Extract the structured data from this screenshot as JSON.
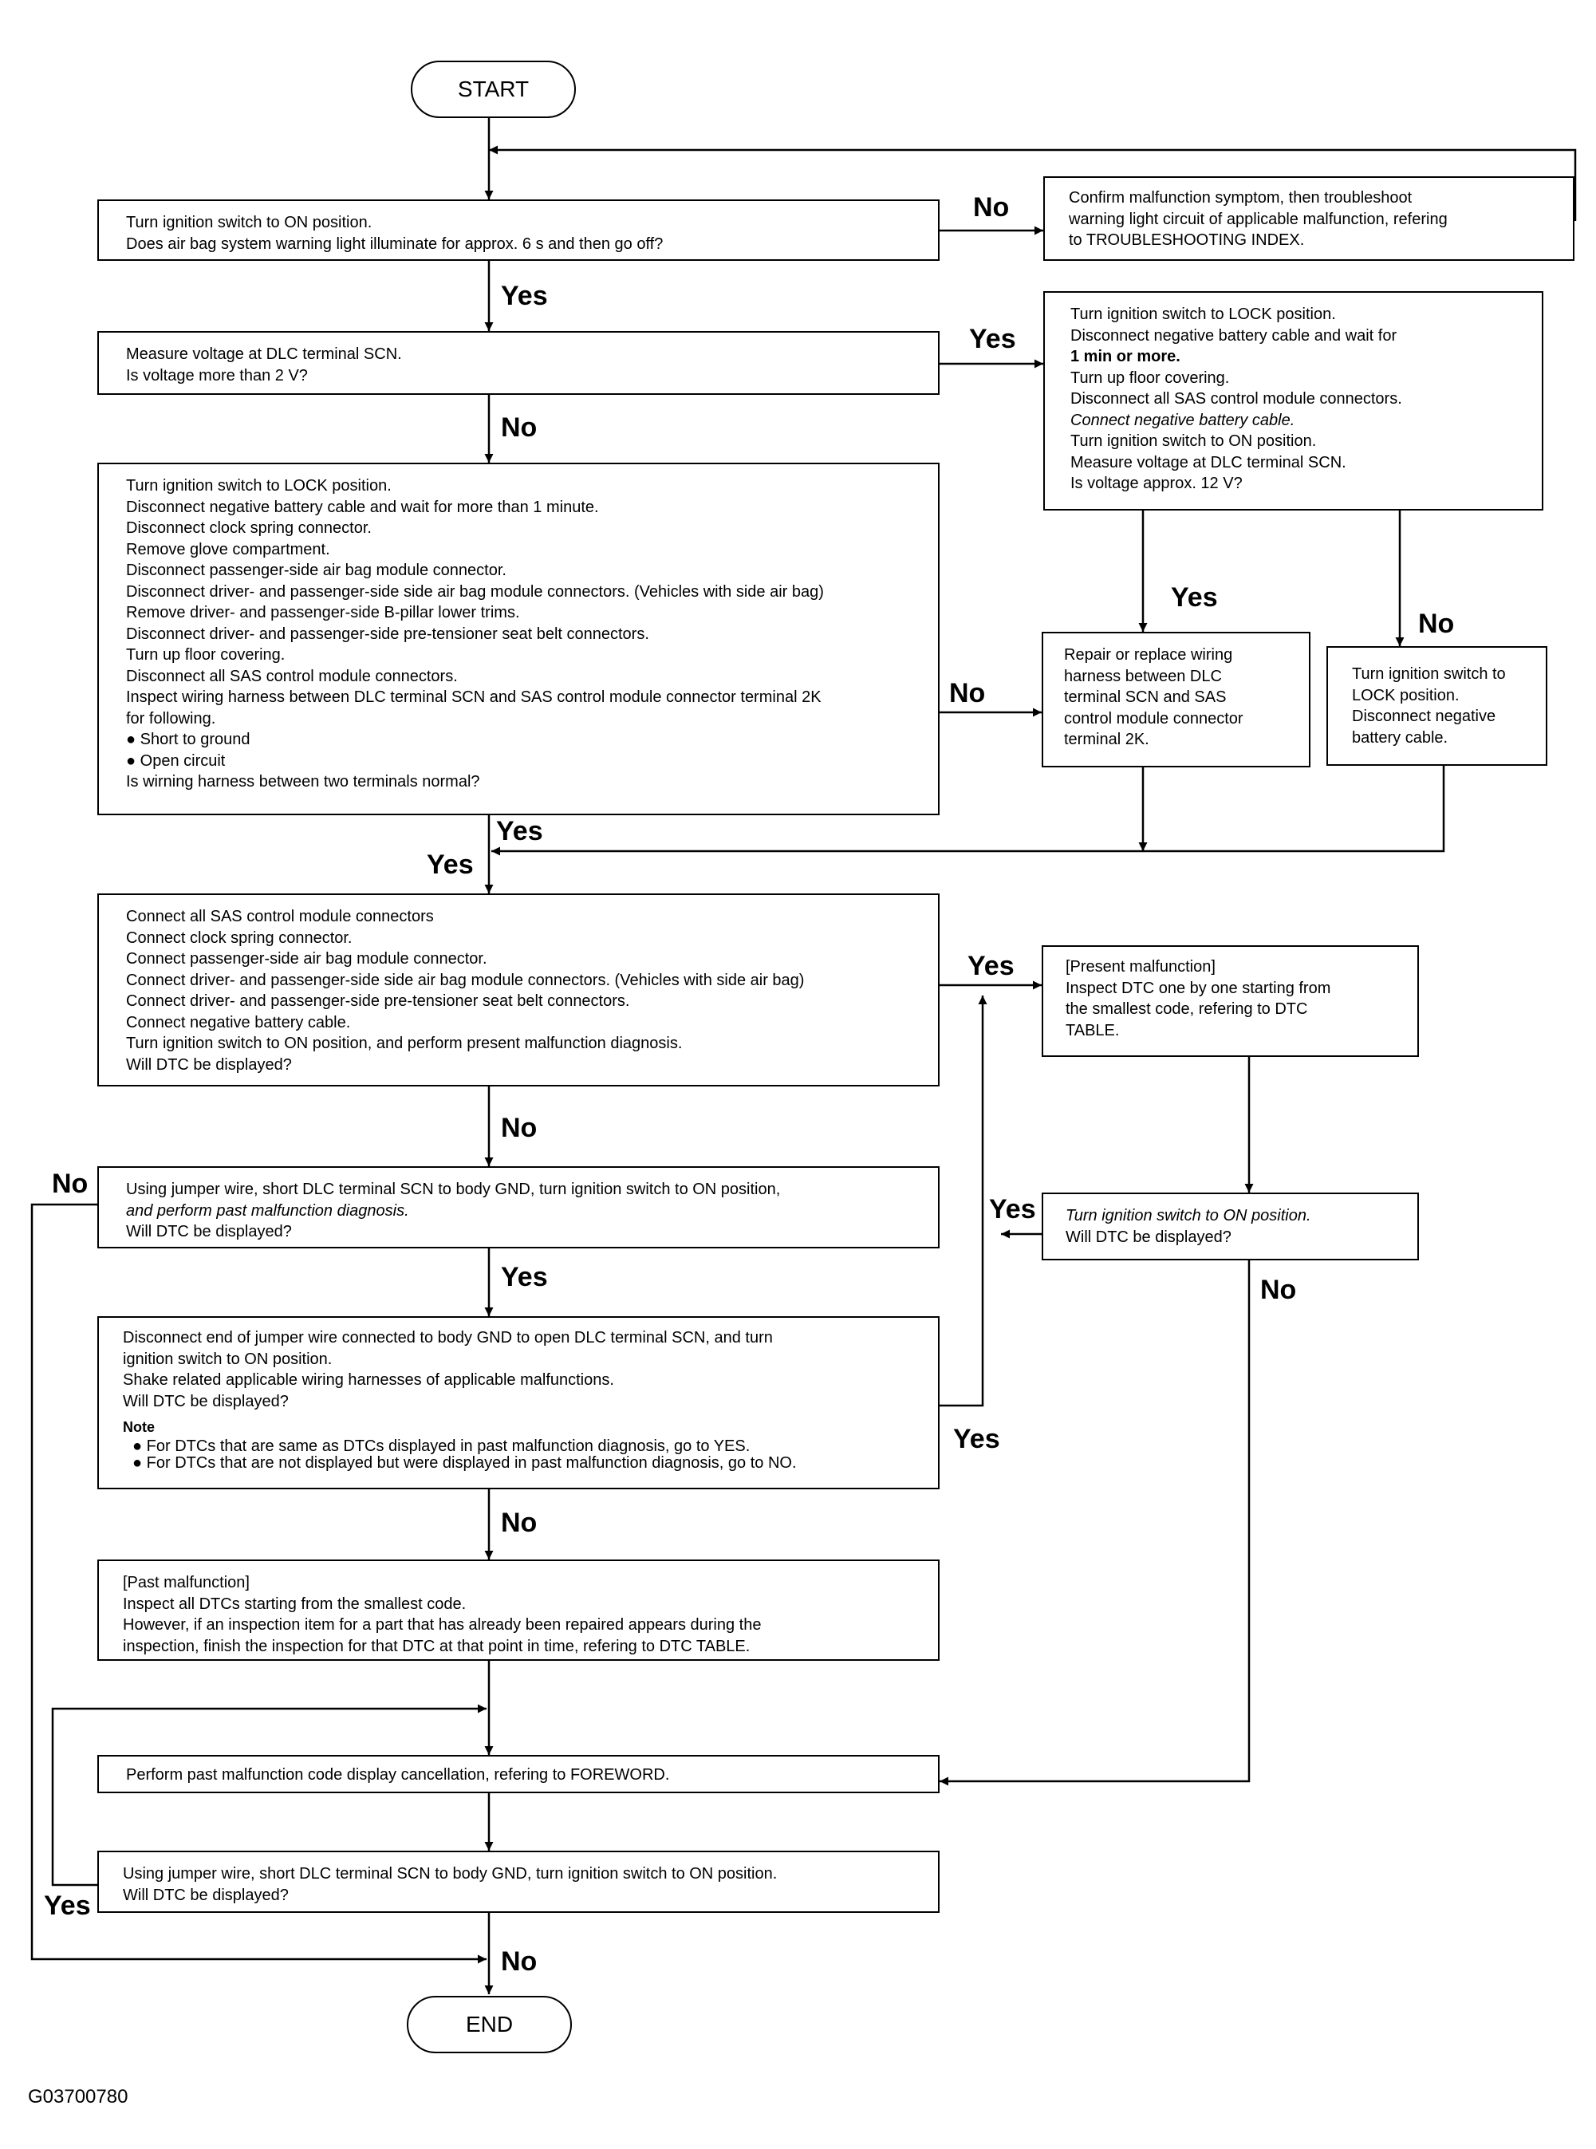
{
  "start_label": "START",
  "end_label": "END",
  "figure_id": "G03700780",
  "labels": {
    "yes": "Yes",
    "no": "No"
  },
  "boxes": {
    "b1": [
      "Turn ignition switch to ON position.",
      "Does air bag system warning light illuminate for approx. 6 s and then go off?"
    ],
    "b2": [
      "Confirm malfunction symptom, then troubleshoot",
      "warning light circuit of applicable malfunction, refering",
      "to TROUBLESHOOTING INDEX."
    ],
    "b3": [
      "Measure voltage at DLC terminal SCN.",
      "Is voltage more than 2 V?"
    ],
    "b4": [
      "Turn ignition switch to LOCK position.",
      "Disconnect negative battery cable and wait for",
      "1 min or more.",
      "Turn up floor covering.",
      "Disconnect all SAS control module connectors.",
      "Connect negative battery cable.",
      "Turn ignition switch to ON position.",
      "Measure voltage at DLC terminal SCN.",
      "Is voltage approx. 12 V?"
    ],
    "b5": [
      "Turn ignition switch to LOCK position.",
      "Disconnect negative battery cable and wait for more than 1 minute.",
      "Disconnect clock spring connector.",
      "Remove glove compartment.",
      "Disconnect passenger-side air bag module connector.",
      "Disconnect driver- and passenger-side side air bag module connectors. (Vehicles with side air bag)",
      "Remove driver- and passenger-side B-pillar lower trims.",
      "Disconnect driver- and passenger-side pre-tensioner seat belt connectors.",
      "Turn up floor covering.",
      "Disconnect all SAS control module connectors.",
      "Inspect wiring harness between DLC terminal SCN and SAS control module connector terminal 2K",
      "for following.",
      "Short to ground",
      "Open circuit",
      "Is wirning harness between two terminals normal?"
    ],
    "b6": [
      "Repair or replace wiring",
      "harness between DLC",
      "terminal SCN and SAS",
      "control module connector",
      "terminal 2K."
    ],
    "b7": [
      "Turn ignition switch to",
      "LOCK position.",
      "Disconnect negative",
      "battery cable."
    ],
    "b8": [
      "Connect all SAS control module connectors",
      "Connect clock spring connector.",
      "Connect passenger-side air bag module connector.",
      "Connect driver- and passenger-side side air bag module connectors. (Vehicles with side air bag)",
      "Connect driver- and passenger-side pre-tensioner seat belt connectors.",
      "Connect negative battery cable.",
      "Turn ignition switch to ON position, and perform present malfunction diagnosis.",
      "Will DTC be displayed?"
    ],
    "b9": [
      "[Present malfunction]",
      "Inspect DTC one by one starting from",
      "the smallest code, refering to DTC",
      "TABLE."
    ],
    "b10": [
      "Using jumper wire, short DLC terminal SCN to body GND, turn ignition switch to ON position,",
      "and perform past malfunction diagnosis.",
      "Will DTC be displayed?"
    ],
    "b11": [
      "Turn ignition switch to ON position.",
      "Will DTC be displayed?"
    ],
    "b12": [
      "Disconnect end of jumper wire connected to body GND to open DLC terminal SCN, and turn",
      "ignition switch to ON position.",
      "Shake related applicable wiring harnesses of applicable malfunctions.",
      "Will DTC be displayed?",
      "Note",
      "For DTCs that are same as DTCs displayed in past malfunction diagnosis, go to YES.",
      "For DTCs that are not displayed but were displayed in past malfunction diagnosis, go to NO."
    ],
    "b13": [
      "[Past malfunction]",
      "Inspect all DTCs starting from the smallest code.",
      "However, if an inspection item for a part that has already been repaired appears during the",
      "inspection, finish the inspection for that DTC at that point in time, refering to DTC TABLE."
    ],
    "b14": [
      "Perform past malfunction code display cancellation, refering to FOREWORD."
    ],
    "b15": [
      "Using jumper wire, short DLC terminal SCN to body GND, turn ignition switch to ON position.",
      "Will DTC be displayed?"
    ]
  }
}
